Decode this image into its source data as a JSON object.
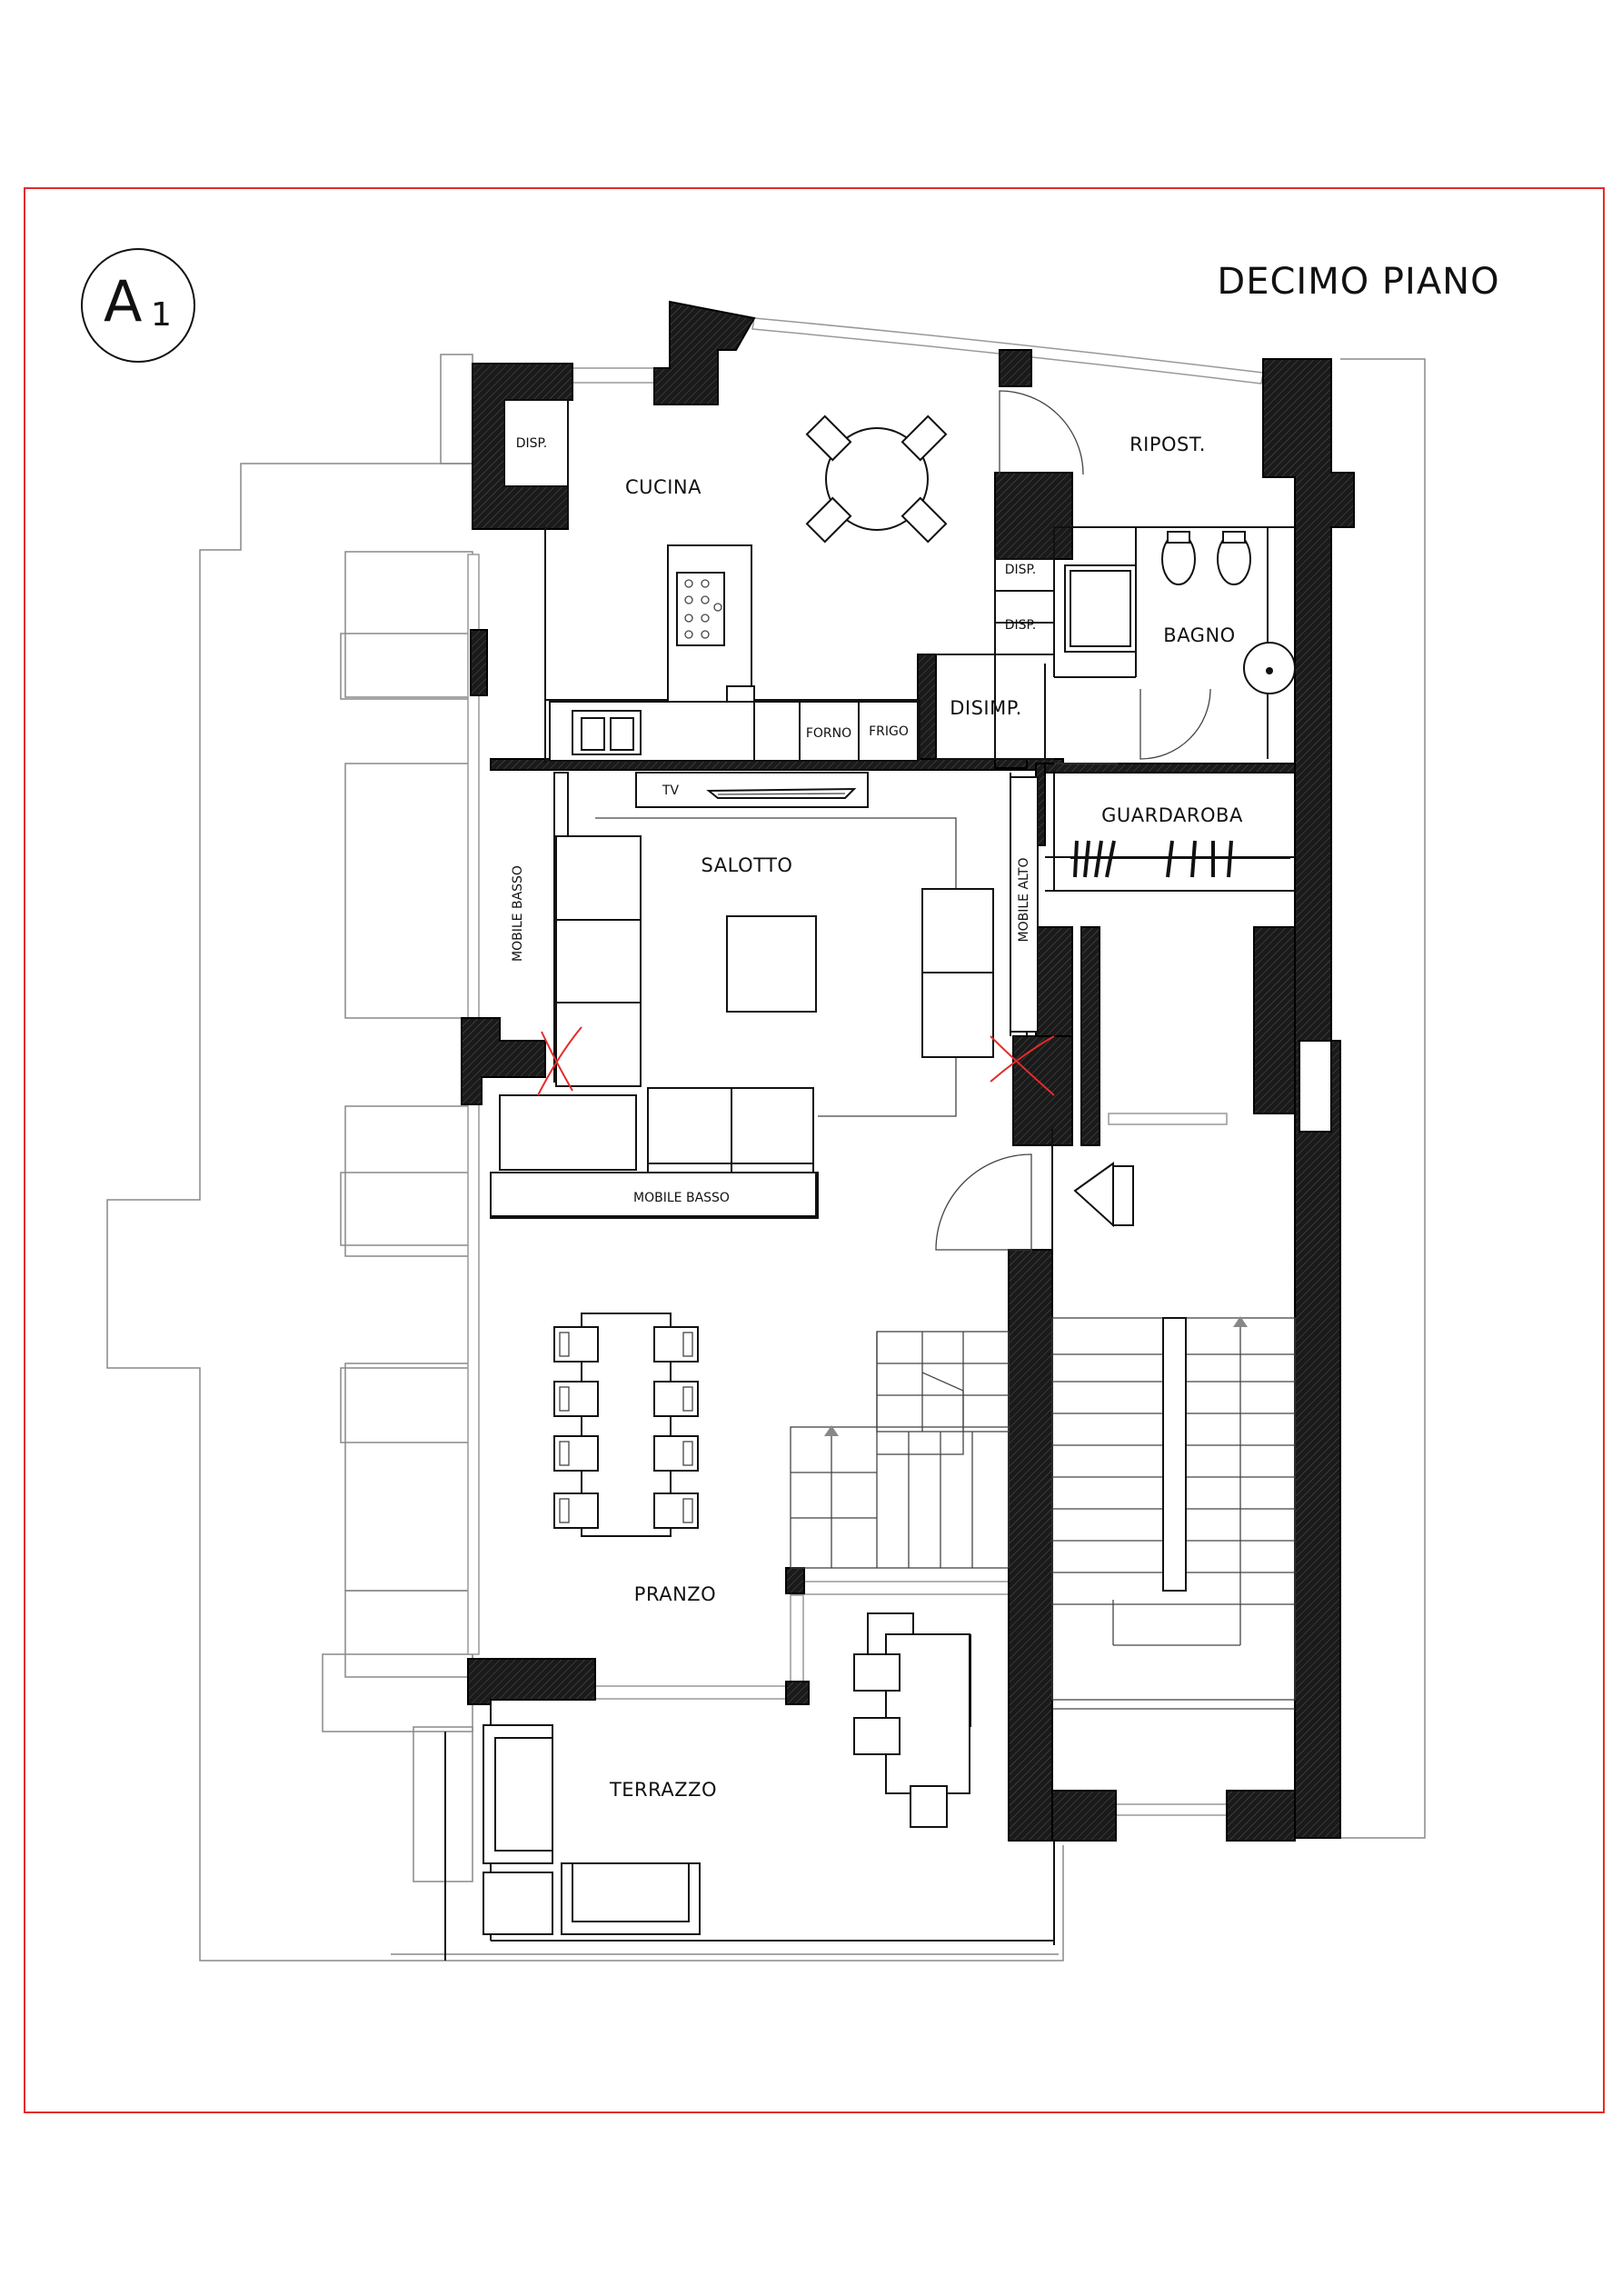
{
  "title": "DECIMO PIANO",
  "badge": {
    "letter": "A",
    "number": "1"
  },
  "colors": {
    "frame": "#e52b2b",
    "walls": "#1a1a1a",
    "marks": "#e52b2b"
  },
  "rooms": {
    "cucina": "CUCINA",
    "ripostiglio": "RIPOST.",
    "bagno": "BAGNO",
    "disimpegno": "DISIMP.",
    "guardaroba": "GUARDAROBA",
    "salotto": "SALOTTO",
    "pranzo": "PRANZO",
    "terrazzo": "TERRAZZO"
  },
  "labels": {
    "disp_cucina": "DISP.",
    "disp_1": "DISP.",
    "disp_2": "DISP.",
    "forno": "FORNO",
    "frigo": "FRIGO",
    "tv": "TV",
    "mobile_basso_side": "MOBILE BASSO",
    "mobile_alto": "MOBILE ALTO",
    "mobile_basso_bottom": "MOBILE BASSO"
  }
}
